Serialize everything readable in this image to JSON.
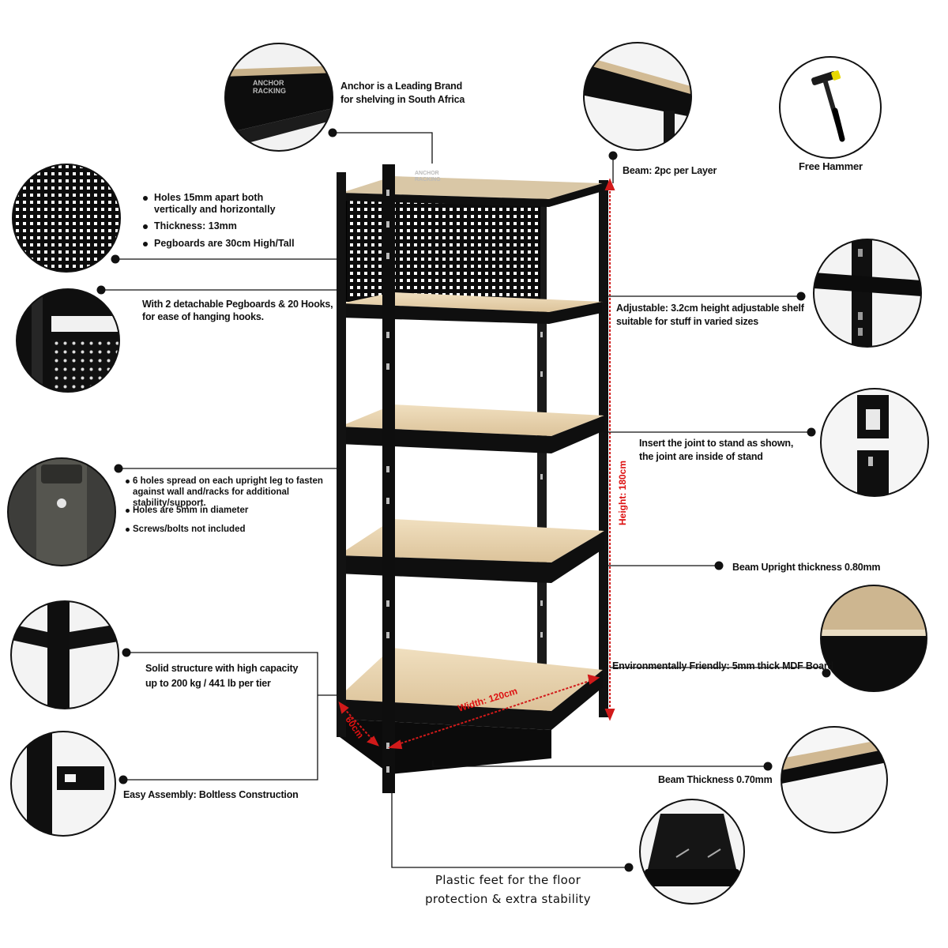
{
  "callouts": {
    "brand_line1": "Anchor is a Leading Brand",
    "brand_line2": "for shelving in South Africa",
    "beam": "Beam: 2pc per Layer",
    "hammer": "Free Hammer",
    "pegboard_bullets": [
      "Holes 15mm apart both vertically and horizontally",
      "Thickness: 13mm",
      "Pegboards are 30cm High/Tall"
    ],
    "pegboards_hooks_line1": "With 2 detachable Pegboards & 20 Hooks,",
    "pegboards_hooks_line2": "for ease of hanging hooks.",
    "adjustable_line1": "Adjustable: 3.2cm height adjustable shelf",
    "adjustable_line2": "suitable for stuff in varied sizes",
    "joint_line1": "Insert the joint to stand as shown,",
    "joint_line2": "the joint are inside of stand",
    "holes_bullets": [
      "6 holes spread on each upright leg to fasten against wall and/racks for additional stability/support.",
      "Holes are 5mm in diameter",
      "Screws/bolts not included"
    ],
    "upright_thickness": "Beam Upright thickness 0.80mm",
    "capacity_line1": "Solid structure with high capacity",
    "capacity_line2": "up to 200 kg / 441 lb per tier",
    "mdf": "Environmentally Friendly: 5mm thick MDF Board",
    "assembly": "Easy Assembly: Boltless Construction",
    "beam_thickness": "Beam Thickness 0.70mm",
    "feet_line1": "Plastic feet for the floor",
    "feet_line2": "protection & extra stability"
  },
  "dimensions": {
    "height": "Height: 180cm",
    "width": "Width: 120cm",
    "depth": "60cm"
  },
  "brand_mark": "ANCHOR RACKING",
  "colors": {
    "accent": "#d11a1a",
    "frame": "#111111",
    "board": "#e6d2b0"
  }
}
